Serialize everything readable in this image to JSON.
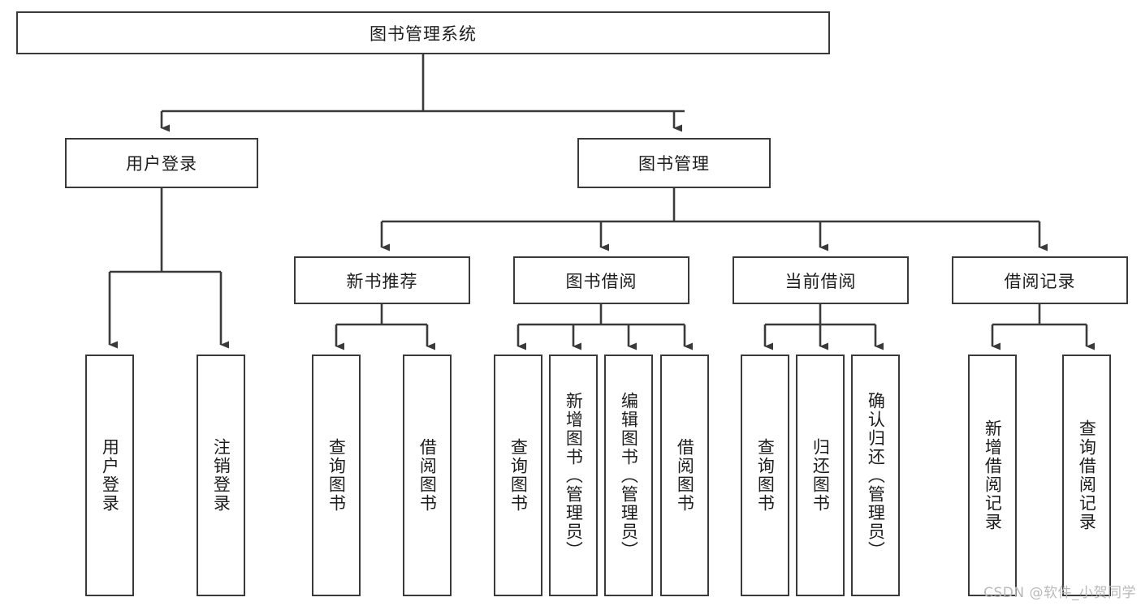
{
  "diagram": {
    "title": "图书管理系统",
    "type": "hierarchy-tree",
    "watermark": "CSDN @软件_小贺同学",
    "colors": {
      "stroke": "#3a3a3a",
      "text": "#1d1d1d",
      "background": "#ffffff",
      "watermark": "#b9b9b9"
    },
    "root": {
      "label": "图书管理系统"
    },
    "level2": [
      {
        "label": "用户登录"
      },
      {
        "label": "图书管理"
      }
    ],
    "level3": [
      {
        "label": "新书推荐"
      },
      {
        "label": "图书借阅"
      },
      {
        "label": "当前借阅"
      },
      {
        "label": "借阅记录"
      }
    ],
    "leaves": {
      "user_login": [
        {
          "label": "用户登录"
        },
        {
          "label": "注销登录"
        }
      ],
      "new_book_recommend": [
        {
          "label": "查询图书"
        },
        {
          "label": "借阅图书"
        }
      ],
      "book_borrow": [
        {
          "label": "查询图书"
        },
        {
          "label": "新增图书（管理员）"
        },
        {
          "label": "编辑图书（管理员）"
        },
        {
          "label": "借阅图书"
        }
      ],
      "current_borrow": [
        {
          "label": "查询图书"
        },
        {
          "label": "归还图书"
        },
        {
          "label": "确认归还（管理员）"
        }
      ],
      "borrow_record": [
        {
          "label": "新增借阅记录"
        },
        {
          "label": "查询借阅记录"
        }
      ]
    }
  }
}
